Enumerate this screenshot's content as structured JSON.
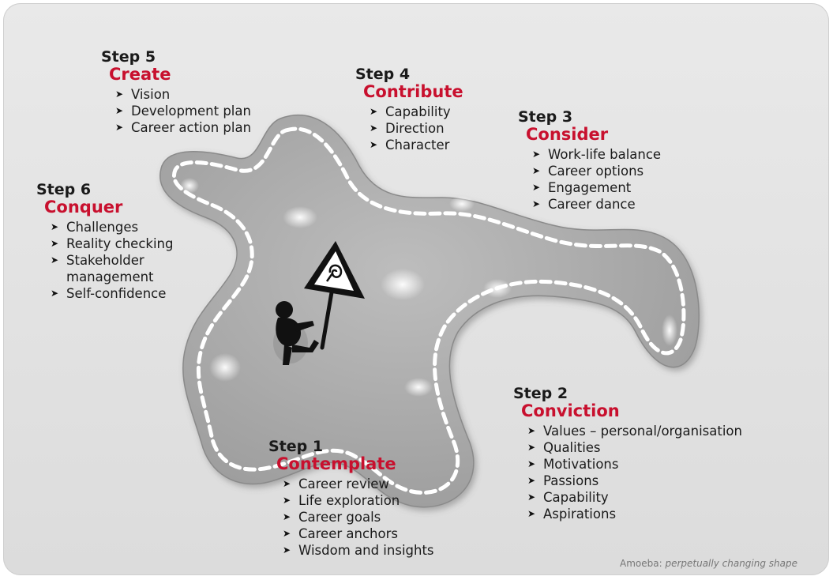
{
  "steps": [
    {
      "id": "step5",
      "number": "Step 5",
      "name": "Create",
      "items": [
        "Vision",
        "Development plan",
        "Career action plan"
      ]
    },
    {
      "id": "step4",
      "number": "Step 4",
      "name": "Contribute",
      "items": [
        "Capability",
        "Direction",
        "Character"
      ]
    },
    {
      "id": "step3",
      "number": "Step 3",
      "name": "Consider",
      "items": [
        "Work-life balance",
        "Career options",
        "Engagement",
        "Career dance"
      ]
    },
    {
      "id": "step6",
      "number": "Step 6",
      "name": "Conquer",
      "items": [
        "Challenges",
        "Reality checking",
        "Stakeholder management",
        "Self-confidence"
      ]
    },
    {
      "id": "step2",
      "number": "Step 2",
      "name": "Conviction",
      "items": [
        "Values – personal/organisation",
        "Qualities",
        "Motivations",
        "Passions",
        "Capability",
        "Aspirations"
      ]
    },
    {
      "id": "step1",
      "number": "Step 1",
      "name": "Contemplate",
      "items": [
        "Career review",
        "Life exploration",
        "Career goals",
        "Career anchors",
        "Wisdom and insights"
      ]
    }
  ],
  "caption": {
    "prefix": "Amoeba: ",
    "italic": "perpetually changing shape"
  },
  "colors": {
    "accent": "#c8102e",
    "text": "#1a1a1a",
    "blob": "#a9a9a9",
    "path": "#ffffff"
  }
}
